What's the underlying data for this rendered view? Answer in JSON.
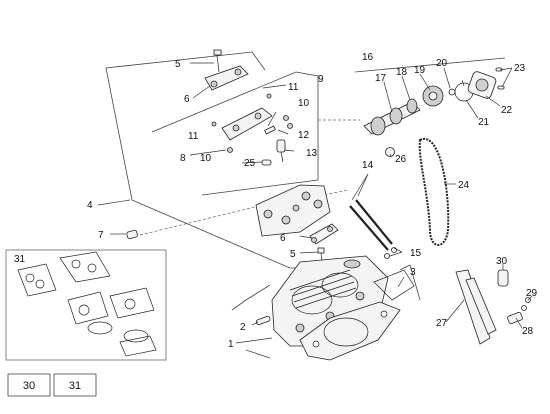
{
  "callouts": [
    {
      "id": "c1",
      "text": "1"
    },
    {
      "id": "c2",
      "text": "2"
    },
    {
      "id": "c3",
      "text": "3"
    },
    {
      "id": "c4",
      "text": "4"
    },
    {
      "id": "c5a",
      "text": "5"
    },
    {
      "id": "c5b",
      "text": "5"
    },
    {
      "id": "c6a",
      "text": "6"
    },
    {
      "id": "c6b",
      "text": "6"
    },
    {
      "id": "c7",
      "text": "7"
    },
    {
      "id": "c8",
      "text": "8"
    },
    {
      "id": "c9",
      "text": "9"
    },
    {
      "id": "c10a",
      "text": "10"
    },
    {
      "id": "c10b",
      "text": "10"
    },
    {
      "id": "c11a",
      "text": "11"
    },
    {
      "id": "c11b",
      "text": "11"
    },
    {
      "id": "c12",
      "text": "12"
    },
    {
      "id": "c13",
      "text": "13"
    },
    {
      "id": "c14",
      "text": "14"
    },
    {
      "id": "c15",
      "text": "15"
    },
    {
      "id": "c16",
      "text": "16"
    },
    {
      "id": "c17",
      "text": "17"
    },
    {
      "id": "c18",
      "text": "18"
    },
    {
      "id": "c19",
      "text": "19"
    },
    {
      "id": "c20",
      "text": "20"
    },
    {
      "id": "c21",
      "text": "21"
    },
    {
      "id": "c22",
      "text": "22"
    },
    {
      "id": "c23",
      "text": "23"
    },
    {
      "id": "c24",
      "text": "24"
    },
    {
      "id": "c25",
      "text": "25"
    },
    {
      "id": "c26",
      "text": "26"
    },
    {
      "id": "c27",
      "text": "27"
    },
    {
      "id": "c28",
      "text": "28"
    },
    {
      "id": "c29",
      "text": "29"
    },
    {
      "id": "c30",
      "text": "30"
    },
    {
      "id": "c31",
      "text": "31"
    }
  ],
  "legend_boxes": [
    {
      "id": "box30",
      "text": "30"
    },
    {
      "id": "box31",
      "text": "31"
    }
  ]
}
